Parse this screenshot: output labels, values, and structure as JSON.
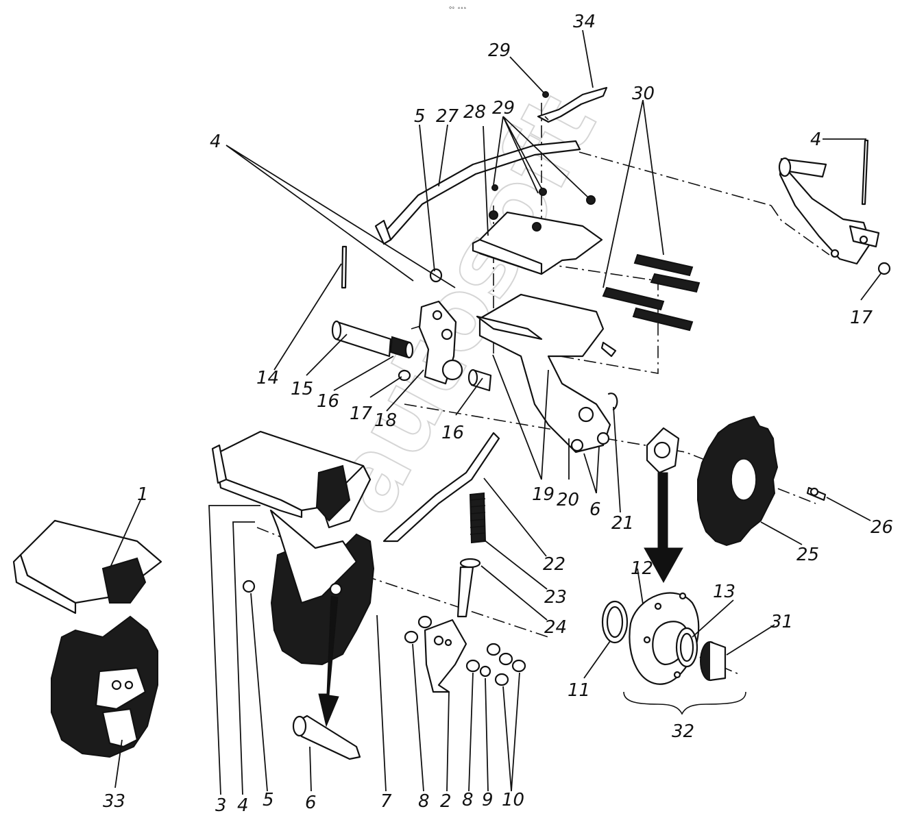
{
  "header_mark": "◇₀ ₘₘₘ",
  "watermark": "autosoft",
  "callouts": [
    {
      "id": "c34",
      "text": "34"
    },
    {
      "id": "c29a",
      "text": "29"
    },
    {
      "id": "c5a",
      "text": "5"
    },
    {
      "id": "c27",
      "text": "27"
    },
    {
      "id": "c28",
      "text": "28"
    },
    {
      "id": "c29b",
      "text": "29"
    },
    {
      "id": "c30",
      "text": "30"
    },
    {
      "id": "c4a",
      "text": "4"
    },
    {
      "id": "c4b",
      "text": "4"
    },
    {
      "id": "c17a",
      "text": "17"
    },
    {
      "id": "c14",
      "text": "14"
    },
    {
      "id": "c15",
      "text": "15"
    },
    {
      "id": "c16a",
      "text": "16"
    },
    {
      "id": "c17b",
      "text": "17"
    },
    {
      "id": "c18",
      "text": "18"
    },
    {
      "id": "c16b",
      "text": "16"
    },
    {
      "id": "c19",
      "text": "19"
    },
    {
      "id": "c20",
      "text": "20"
    },
    {
      "id": "c6a",
      "text": "6"
    },
    {
      "id": "c21",
      "text": "21"
    },
    {
      "id": "c26",
      "text": "26"
    },
    {
      "id": "c25",
      "text": "25"
    },
    {
      "id": "c22",
      "text": "22"
    },
    {
      "id": "c23",
      "text": "23"
    },
    {
      "id": "c24",
      "text": "24"
    },
    {
      "id": "c12",
      "text": "12"
    },
    {
      "id": "c13",
      "text": "13"
    },
    {
      "id": "c31",
      "text": "31"
    },
    {
      "id": "c11",
      "text": "11"
    },
    {
      "id": "c32",
      "text": "32"
    },
    {
      "id": "c1",
      "text": "1"
    },
    {
      "id": "c33",
      "text": "33"
    },
    {
      "id": "c3",
      "text": "3"
    },
    {
      "id": "c4c",
      "text": "4"
    },
    {
      "id": "c5b",
      "text": "5"
    },
    {
      "id": "c6b",
      "text": "6"
    },
    {
      "id": "c7",
      "text": "7"
    },
    {
      "id": "c8a",
      "text": "8"
    },
    {
      "id": "c2",
      "text": "2"
    },
    {
      "id": "c8b",
      "text": "8"
    },
    {
      "id": "c9",
      "text": "9"
    },
    {
      "id": "c10",
      "text": "10"
    }
  ]
}
